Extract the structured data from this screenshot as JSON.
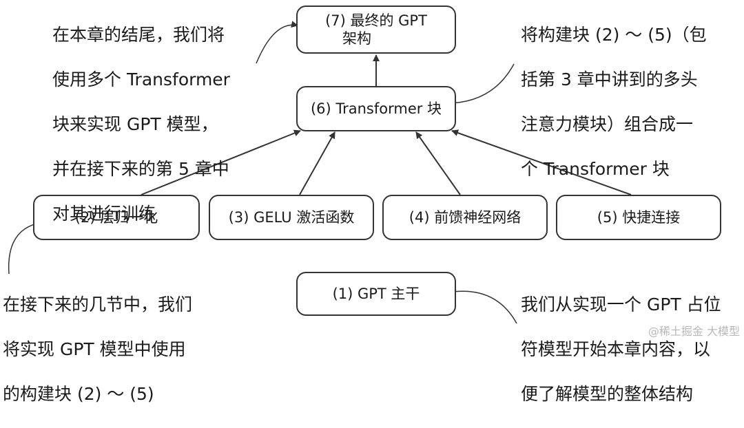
{
  "boxes": {
    "b7": [
      "(7) 最终的 GPT",
      "架构"
    ],
    "b6": "(6) Transformer 块",
    "b2": "(2) 层归一化",
    "b3": "(3) GELU 激活函数",
    "b4": "(4) 前馈神经网络",
    "b5": "(5) 快捷连接",
    "b1": "(1) GPT 主干"
  },
  "notes": {
    "top_left": [
      "在本章的结尾，我们将",
      "使用多个 Transformer",
      "块来实现 GPT 模型，",
      "并在接下来的第 5 章中",
      "对其进行训练"
    ],
    "top_right": [
      "将构建块 (2) ～ (5)（包",
      "括第 3 章中讲到的多头",
      "注意力模块）组合成一",
      "个 Transformer 块"
    ],
    "bottom_left": [
      "在接下来的几节中，我们",
      "将实现 GPT 模型中使用",
      "的构建块 (2) ～ (5)"
    ],
    "bottom_right": [
      "我们从实现一个 GPT 占位",
      "符模型开始本章内容，以",
      "便了解模型的整体结构"
    ]
  },
  "watermark": "@稀土掘金 大模型"
}
